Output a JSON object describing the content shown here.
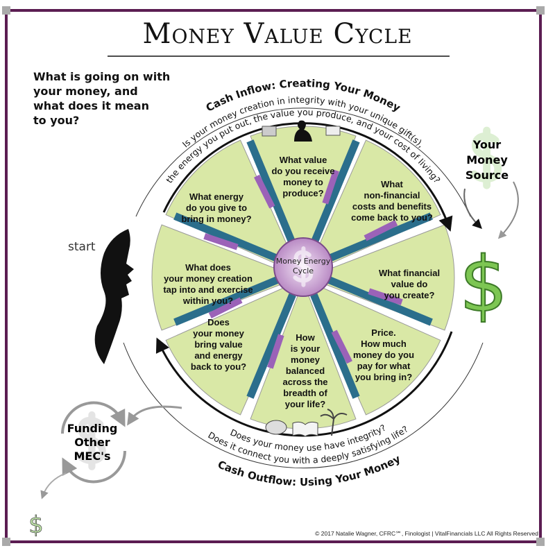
{
  "title": "Money Value Cycle",
  "question": "What is going on with\nyour money, and\nwhat does it mean\nto you?",
  "start_label": "start",
  "money_source": "Your\nMoney\nSource",
  "funding": "Funding\nOther\nMEC's",
  "center_label": "Money Energy\nCycle",
  "inflow": {
    "heading": "Cash Inflow:  Creating Your Money",
    "line1": "Is your money creation in integrity with your unique gift(s),",
    "line2": "the energy you put out, the value you produce, and your cost of living?"
  },
  "outflow": {
    "heading": "Cash Outflow: Using Your Money",
    "line1": "Does your money use have integrity?",
    "line2": "Does it connect you with a deeply satisfying life?"
  },
  "wedges": [
    {
      "text": "What value\ndo you receive\nmoney to\nproduce?"
    },
    {
      "text": "What\nnon-financial\ncosts and benefits\ncome back to you?"
    },
    {
      "text": "What financial\nvalue do\nyou create?"
    },
    {
      "text": "Price.\nHow much\nmoney do you\npay for what\nyou bring in?"
    },
    {
      "text": "How\nis your\nmoney\nbalanced\nacross the\nbreadth of\nyour life?"
    },
    {
      "text": "Does\nyour money\nbring value\nand energy\nback to you?"
    },
    {
      "text": "What does\nyour money creation\ntap into and exercise\nwithin you?"
    },
    {
      "text": "What energy\ndo you give to\nbring in money?"
    }
  ],
  "copyright": "© 2017 Natalie Wagner, CFRC℠, Finologist | VitalFinancials  LLC  All Rights Reserved",
  "colors": {
    "frame": "#5b1d52",
    "wedge": "#d9e8a6",
    "bar": "#2b6e8c",
    "accent": "#9b62b8",
    "dollar": "#6cbf4a"
  }
}
